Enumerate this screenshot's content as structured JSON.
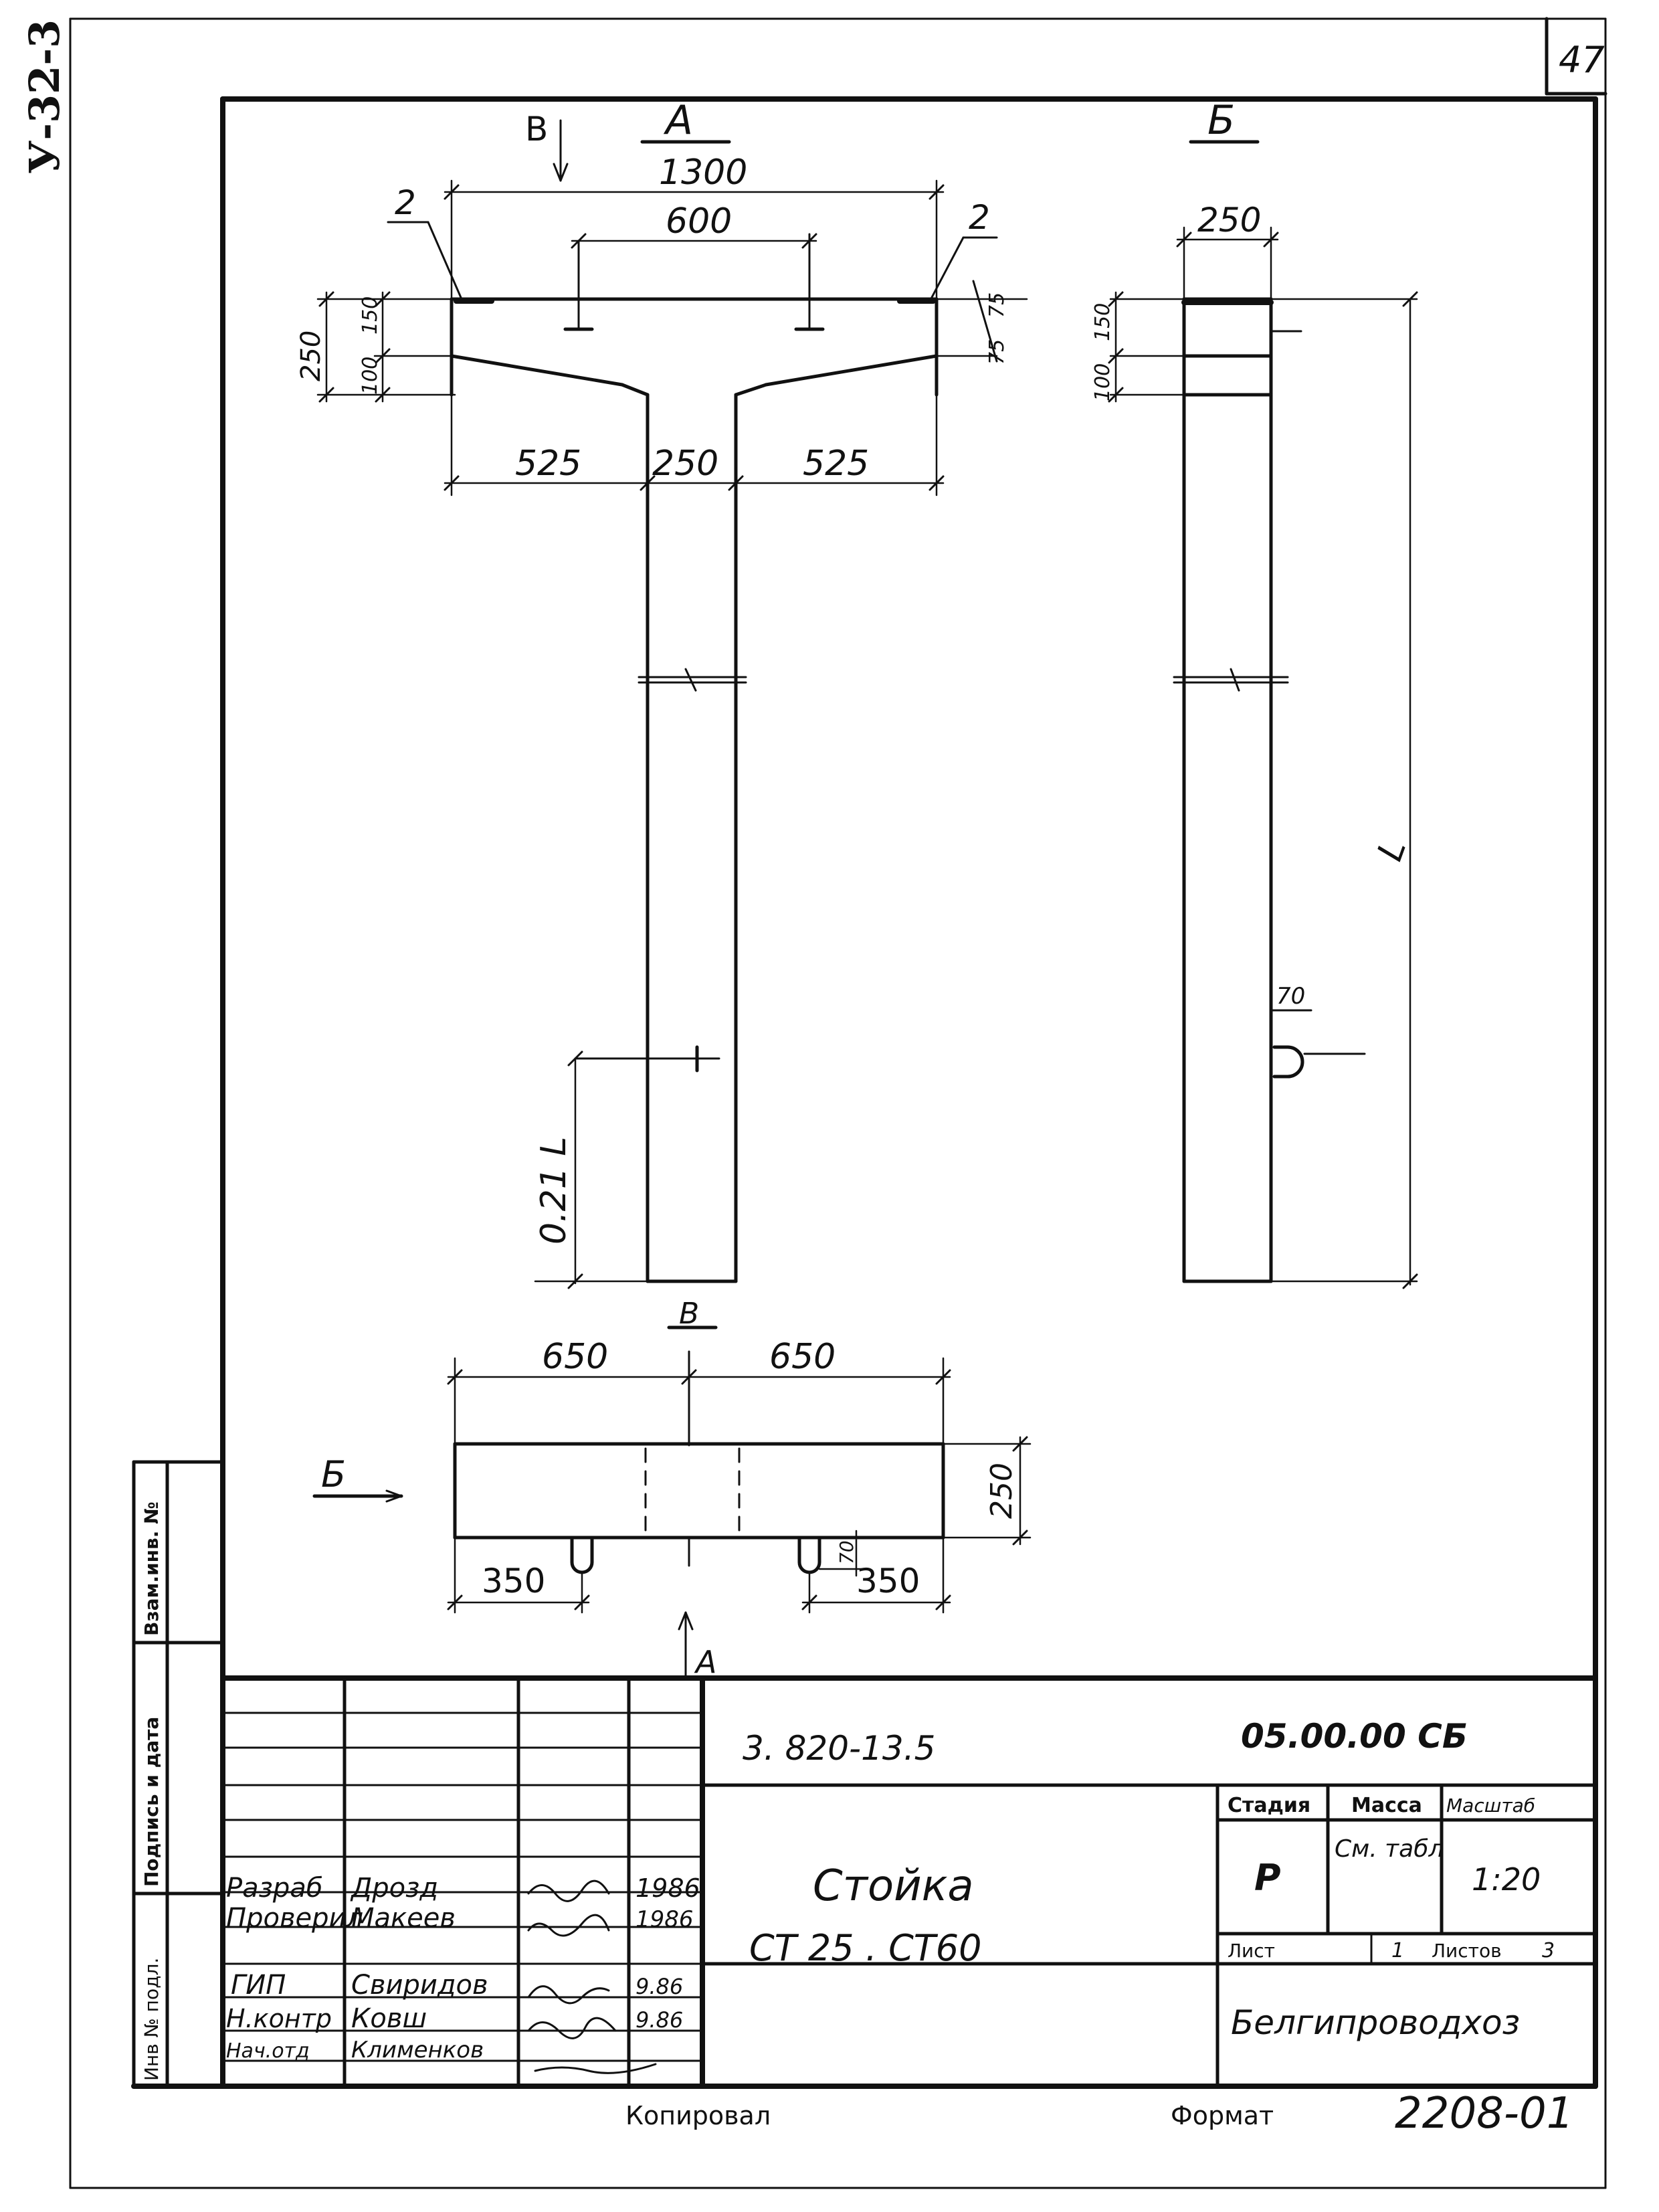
{
  "sheet": {
    "series_code": "У-32-3",
    "page_number": "47"
  },
  "views": {
    "view_a_label": "А",
    "view_b_label": "Б",
    "arrow_v_label": "В",
    "view_v_label": "В",
    "arrow_b_label": "Б",
    "arrow_a_label": "А"
  },
  "dimensions": {
    "overall_width": "1300",
    "inner_width": "600",
    "left_segment": "525",
    "web_width": "250",
    "right_segment": "525",
    "cap_height": "250",
    "cap_split_lower": "100",
    "cap_split_upper": "150",
    "right_75_top": "75",
    "right_75_bottom": "75",
    "callout_left": "2",
    "callout_right": "2",
    "bottom_height": "0.21 L",
    "side_width": "250",
    "side_split_lower": "100",
    "side_split_upper": "150",
    "side_length": "L",
    "side_hole": "70",
    "plan_left": "650",
    "plan_right": "650",
    "plan_height": "250",
    "plan_offset_left": "350",
    "plan_offset_right": "350",
    "plan_hole": "70"
  },
  "side_strip": {
    "zam_inv": "Взам.инв. №",
    "sign_date": "Подпись и дата",
    "inv_podl": "Инв № подл."
  },
  "title_block": {
    "doc_code": "3. 820-13.5",
    "doc_mark": "05.00.00 СБ",
    "title_line1": "Стойка",
    "title_line2": "СТ 25 . СТ60",
    "stage_header": "Стадия",
    "mass_header": "Масса",
    "scale_header": "Масштаб",
    "stage_value": "Р",
    "mass_value": "См. табл",
    "scale_value": "1:20",
    "sheet_label": "Лист",
    "sheet_value": "1",
    "sheets_label": "Листов",
    "sheets_value": "3",
    "organization": "Белгипроводхоз",
    "rows": [
      {
        "role": "Разраб",
        "name": "Дрозд",
        "sign": "",
        "date": "1986"
      },
      {
        "role": "Проверил",
        "name": "Макеев",
        "sign": "",
        "date": "1986"
      },
      {
        "role": "",
        "name": "",
        "sign": "",
        "date": ""
      },
      {
        "role": "ГИП",
        "name": "Свиридов",
        "sign": "",
        "date": "9.86"
      },
      {
        "role": "Н.контр",
        "name": "Ковш",
        "sign": "",
        "date": "9.86"
      },
      {
        "role": "Нач.отд",
        "name": "Клименков",
        "sign": "",
        "date": ""
      }
    ]
  },
  "footer": {
    "copied": "Копировал",
    "form_label": "Формат",
    "form_code": "2208-01"
  }
}
